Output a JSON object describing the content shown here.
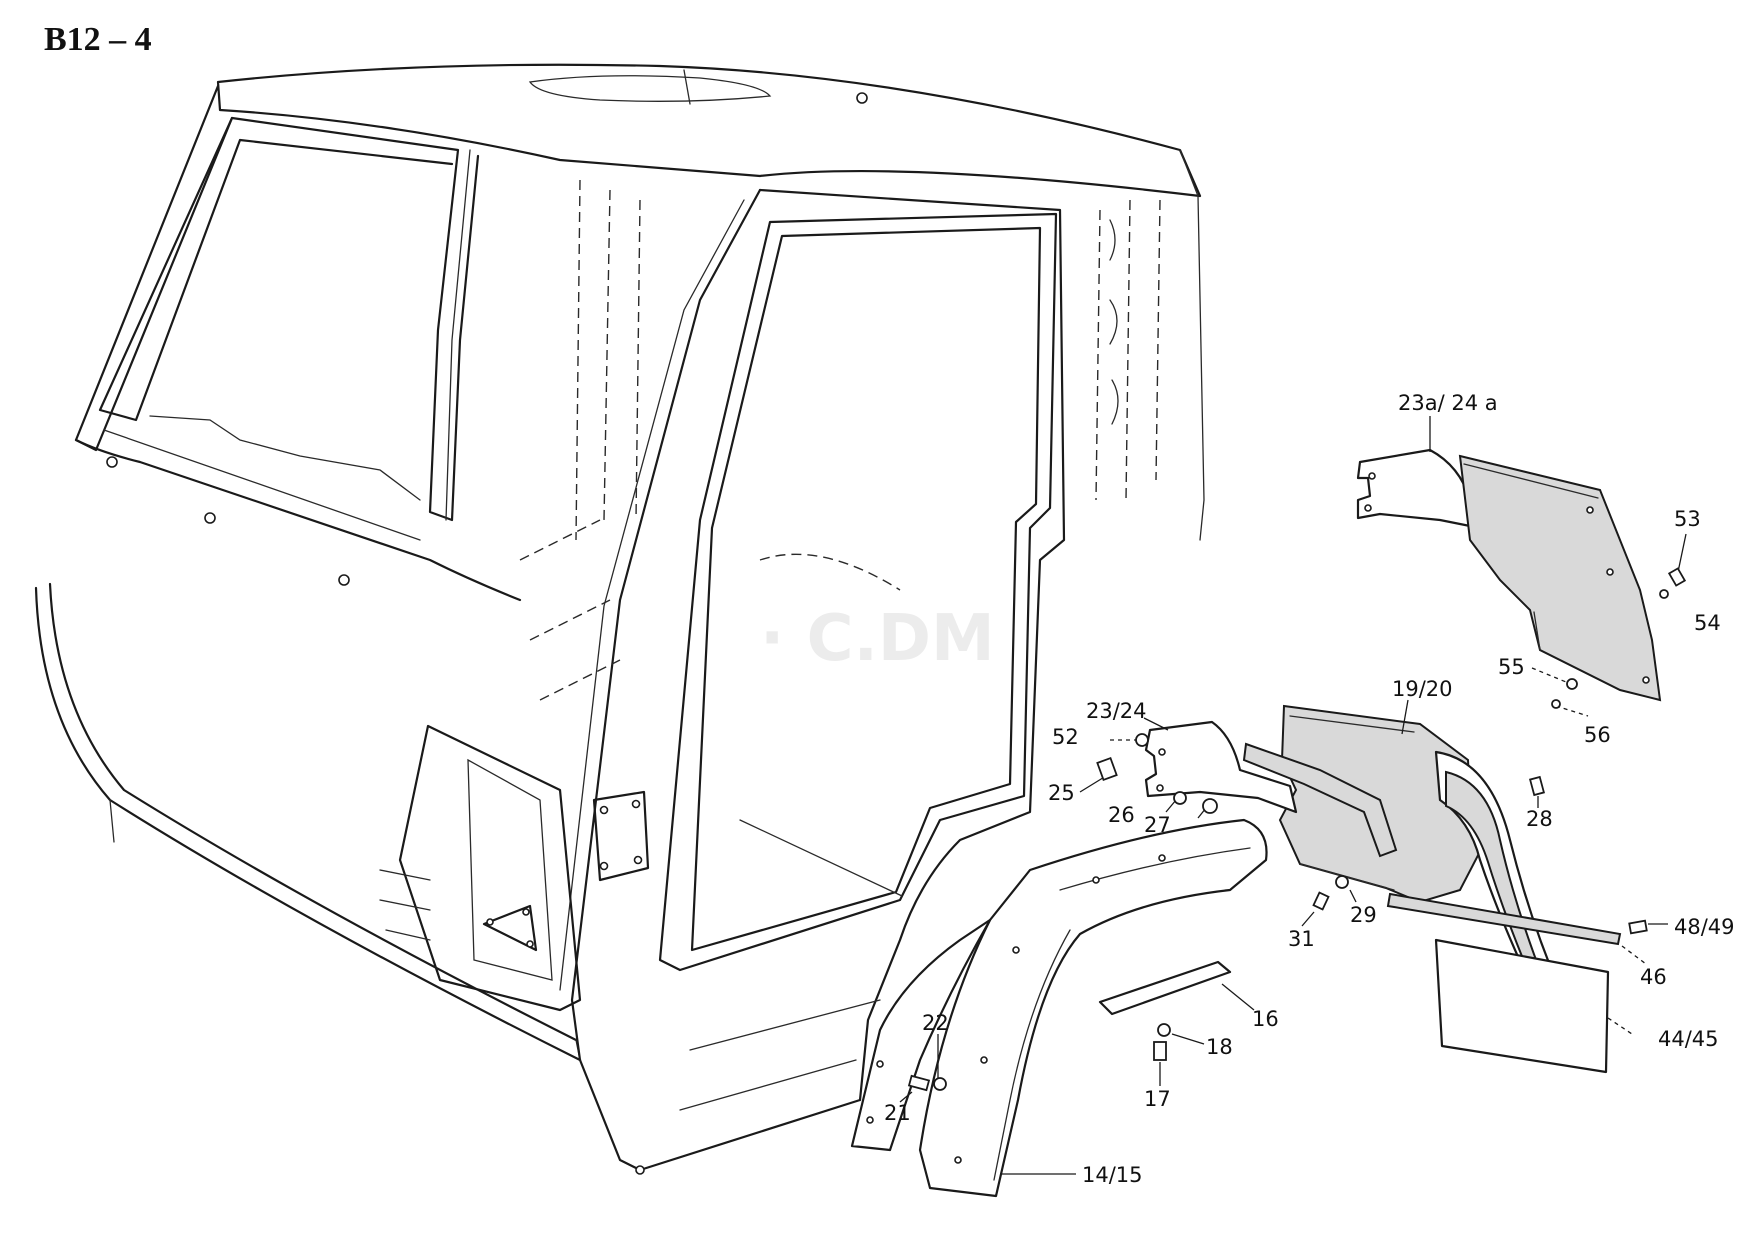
{
  "diagram": {
    "title": "B12 – 4",
    "callouts": {
      "c_23a_24a": "23a/ 24 a",
      "c_53": "53",
      "c_54": "54",
      "c_55": "55",
      "c_56": "56",
      "c_19_20": "19/20",
      "c_23_24": "23/24",
      "c_52": "52",
      "c_25": "25",
      "c_26": "26",
      "c_27": "27",
      "c_28": "28",
      "c_29": "29",
      "c_31": "31",
      "c_48_49": "48/49",
      "c_46": "46",
      "c_44_45": "44/45",
      "c_16": "16",
      "c_18": "18",
      "c_17": "17",
      "c_22": "22",
      "c_21": "21",
      "c_14_15": "14/15"
    }
  }
}
